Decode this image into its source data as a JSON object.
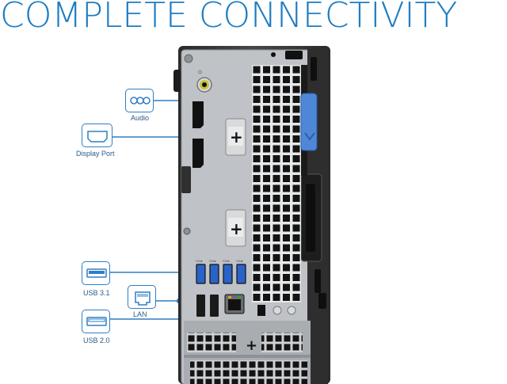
{
  "heading": "COMPLETE CONNECTIVITY",
  "ports": {
    "audio": "Audio",
    "display_port": "Display Port",
    "usb31": "USB 3.1",
    "lan": "LAN",
    "usb20": "USB 2.0"
  },
  "colors": {
    "accent": "#1d7cc2",
    "case_dark": "#3a3a3a",
    "panel": "#b9bcc0",
    "usb3_blue": "#2a63c8",
    "latch_blue": "#4f87d8"
  }
}
